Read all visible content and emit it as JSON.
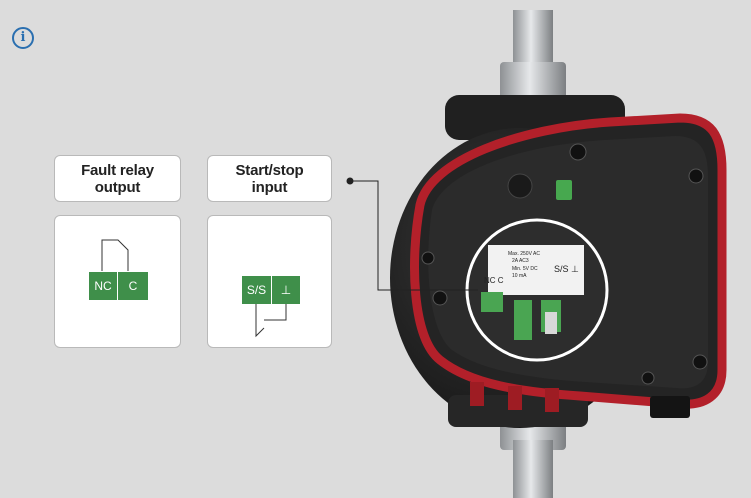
{
  "info_icon": {
    "glyph": "i",
    "icon": "info-icon"
  },
  "fault_relay": {
    "title": "Fault relay\noutput",
    "terminals": [
      "NC",
      "C"
    ]
  },
  "start_stop": {
    "title": "Start/stop\ninput",
    "terminals": [
      "S/S",
      "⊥"
    ]
  },
  "pump_label": {
    "line1": "Max. 250V AC",
    "line2": "2A AC3",
    "line3": "Min. 5V DC",
    "line4": "10 mA",
    "term_left": "NC  C",
    "term_right": "S/S ⊥"
  },
  "colors": {
    "background": "#dcdcdc",
    "terminal_green": "#3f8f4a",
    "housing_red": "#b3202a",
    "housing_black": "#1e1e1e",
    "pipe_grey": "#b5b8bb"
  }
}
